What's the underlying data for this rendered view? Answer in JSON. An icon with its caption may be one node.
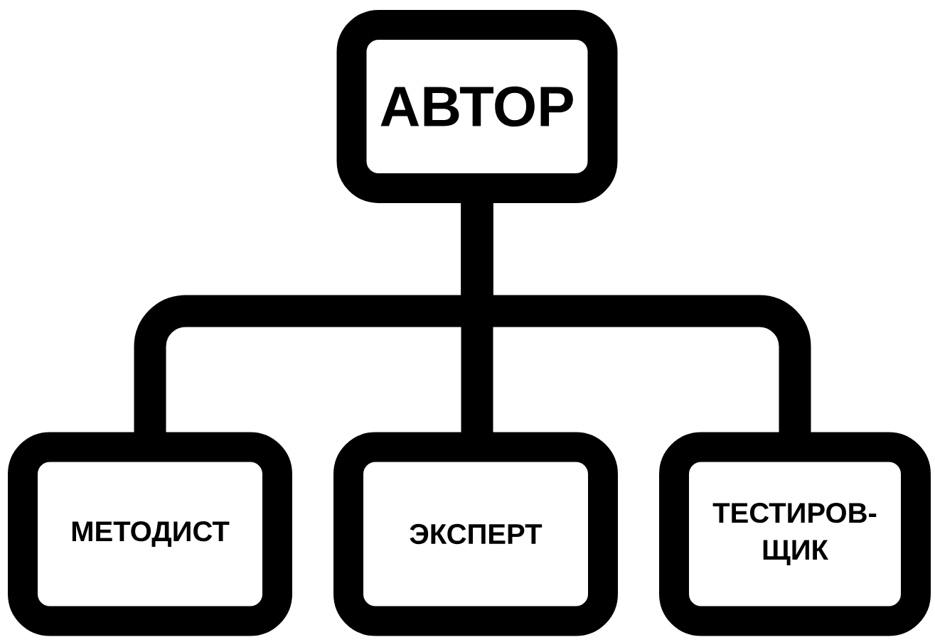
{
  "diagram": {
    "nodes": [
      {
        "text": [
          "АВТОР"
        ]
      },
      {
        "text": [
          "МЕТОДИСТ"
        ]
      },
      {
        "text": [
          "ЭКСПЕРТ"
        ]
      },
      {
        "text": [
          "ТЕСТИРОВ- ЩИК"
        ]
      }
    ],
    "edges": [
      {
        "from": 0,
        "to": 1,
        "arrow": "none"
      },
      {
        "from": 0,
        "to": 2,
        "arrow": "none"
      },
      {
        "from": 0,
        "to": 3,
        "arrow": "none"
      }
    ]
  }
}
